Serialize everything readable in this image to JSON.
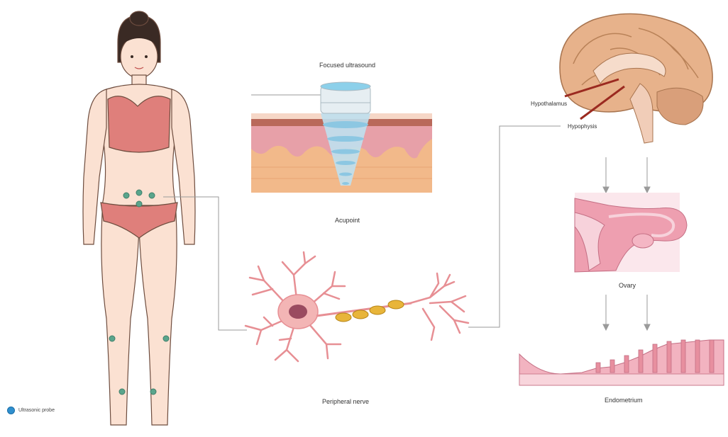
{
  "labels": {
    "focused_ultrasound": "Focused ultrasound",
    "acupoint": "Acupoint",
    "peripheral_nerve": "Peripheral nerve",
    "hypothalamus": "Hypothalamus",
    "hypophysis": "Hypophysis",
    "ovary": "Ovary",
    "endometrium": "Endometrium"
  },
  "legend": {
    "label": "Ultrasonic probe"
  },
  "colors": {
    "skin": "#fbe1d2",
    "outline": "#6e4d3f",
    "garment": "#df7f7b",
    "hair": "#3a2a24",
    "probe_dot": "#5aa58c",
    "legend_dot": "#2f8fce",
    "connector": "#9a9a9a",
    "neuron": "#f0a6a6",
    "myelin": "#e8b53a",
    "brain": "#e7b28b",
    "uterus": "#ee9fb0",
    "tissue": "#f2b98a"
  }
}
